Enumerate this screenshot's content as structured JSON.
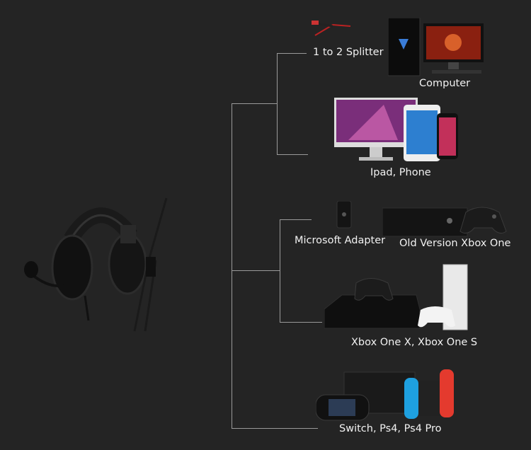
{
  "labels": {
    "splitter": "1 to 2 Splitter",
    "computer": "Computer",
    "ipad_phone": "Ipad, Phone",
    "ms_adapter": "Microsoft Adapter",
    "old_xbox": "Old Version Xbox One",
    "xbox_xs": "Xbox One X, Xbox One S",
    "switch_ps4": "Switch, Ps4, Ps4 Pro"
  },
  "colors": {
    "background": "#242424",
    "lines": "#9a9a9a",
    "text": "#f2f2f2"
  }
}
